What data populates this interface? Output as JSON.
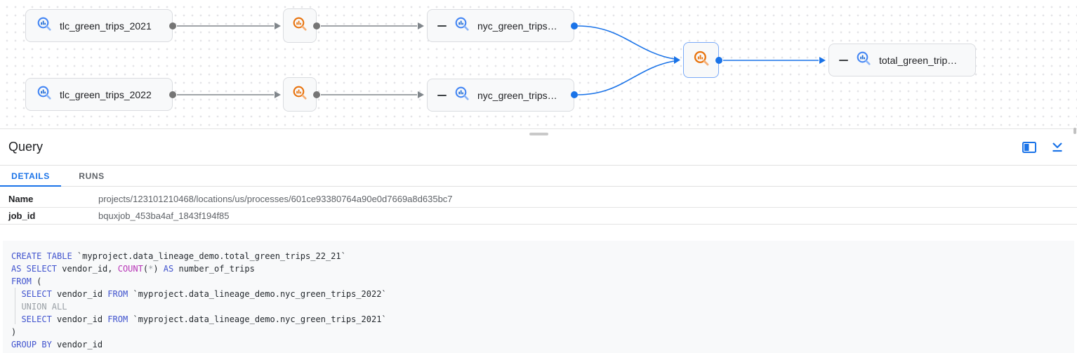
{
  "graph": {
    "tables": {
      "tlc_2021": "tlc_green_trips_2021",
      "tlc_2022": "tlc_green_trips_2022",
      "nyc_2021": "nyc_green_trips…",
      "nyc_2022": "nyc_green_trips…",
      "total": "total_green_trip…"
    },
    "process_nodes": [
      "query-process-2021",
      "query-process-2022",
      "query-process-union-selected"
    ]
  },
  "panel": {
    "title": "Query",
    "tabs": [
      {
        "label": "DETAILS",
        "active": true
      },
      {
        "label": "RUNS",
        "active": false
      }
    ],
    "details": [
      {
        "label": "Name",
        "value": "projects/123101210468/locations/us/processes/601ce93380764a90e0d7669a8d635bc7"
      },
      {
        "label": "job_id",
        "value": "bquxjob_453ba4af_1843f194f85"
      }
    ],
    "icons": [
      "dock-side-icon",
      "collapse-panel-icon"
    ]
  },
  "code": {
    "lines": [
      [
        [
          "kw",
          "CREATE TABLE"
        ],
        [
          "id",
          " `myproject.data_lineage_demo.total_green_trips_22_21`"
        ]
      ],
      [
        [
          "kw",
          "AS SELECT"
        ],
        [
          "id",
          " vendor_id, "
        ],
        [
          "fn",
          "COUNT"
        ],
        [
          "id",
          "("
        ],
        [
          "gray",
          "*"
        ],
        [
          "id",
          ")"
        ],
        [
          "kw",
          " AS"
        ],
        [
          "id",
          " number_of_trips"
        ]
      ],
      [
        [
          "kw",
          "FROM"
        ],
        [
          "id",
          " ("
        ]
      ],
      [
        [
          "id",
          "  "
        ],
        [
          "kw",
          "SELECT"
        ],
        [
          "id",
          " vendor_id "
        ],
        [
          "kw",
          "FROM"
        ],
        [
          "id",
          " `myproject.data_lineage_demo.nyc_green_trips_2022`"
        ]
      ],
      [
        [
          "gray",
          "  UNION ALL"
        ]
      ],
      [
        [
          "id",
          "  "
        ],
        [
          "kw",
          "SELECT"
        ],
        [
          "id",
          " vendor_id "
        ],
        [
          "kw",
          "FROM"
        ],
        [
          "id",
          " `myproject.data_lineage_demo.nyc_green_trips_2021`"
        ]
      ],
      [
        [
          "id",
          ")"
        ]
      ],
      [
        [
          "kw",
          "GROUP BY"
        ],
        [
          "id",
          " vendor_id"
        ]
      ]
    ]
  },
  "colors": {
    "accent_blue": "#1a73e8",
    "bigquery_blue": "#4285f4",
    "process_orange": "#e8710a",
    "keyword_blue": "#4053ce",
    "function_magenta": "#b735b7",
    "comment_gray": "#9aa0a6",
    "node_bg": "#f8f9fa",
    "node_border": "#dadce0",
    "selected_border": "#7baaf7",
    "edge_gray": "#80868b"
  }
}
